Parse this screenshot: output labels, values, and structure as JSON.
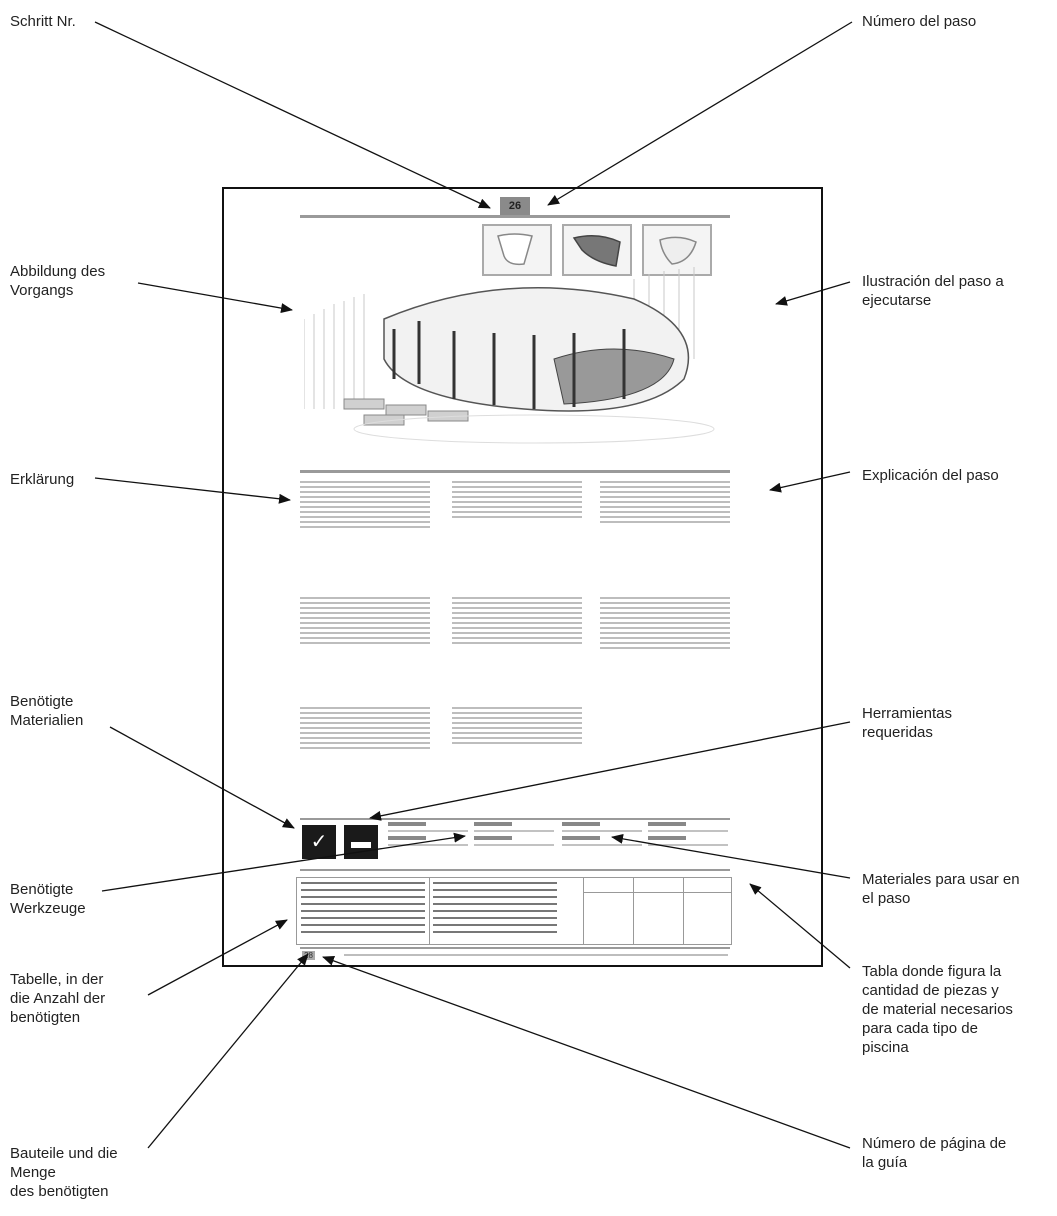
{
  "labels_left": {
    "schritt_nr": "Schritt Nr.",
    "abbildung_line1": "Abbildung des",
    "abbildung_line2": "Vorgangs",
    "erklaerung": "Erklärung",
    "materialien_line1": "Benötigte",
    "materialien_line2": "Materialien",
    "werkzeuge_line1": "Benötigte",
    "werkzeuge_line2": "Werkzeuge",
    "tabelle_line1": "Tabelle, in der",
    "tabelle_line2": "die Anzahl der",
    "tabelle_line3": "benötigten",
    "bauteile_line1": "Bauteile und die",
    "bauteile_line2": "Menge",
    "bauteile_line3": "des benötigten"
  },
  "labels_right": {
    "numero_paso": "Número del paso",
    "ilustracion_line1": "Ilustración del paso a",
    "ilustracion_line2": "ejecutarse",
    "explicacion": "Explicación del paso",
    "herramientas_line1": "Herramientas",
    "herramientas_line2": "requeridas",
    "materiales_line1": "Materiales para usar en",
    "materiales_line2": "el paso",
    "tabla_line1": "Tabla donde figura la",
    "tabla_line2": "cantidad de piezas y",
    "tabla_line3": "de material necesarios",
    "tabla_line4": "para cada tipo de",
    "tabla_line5": "piscina",
    "pagina_line1": "Número de página de",
    "pagina_line2": "la guía"
  },
  "page": {
    "step_number": "26",
    "page_number": "28"
  }
}
